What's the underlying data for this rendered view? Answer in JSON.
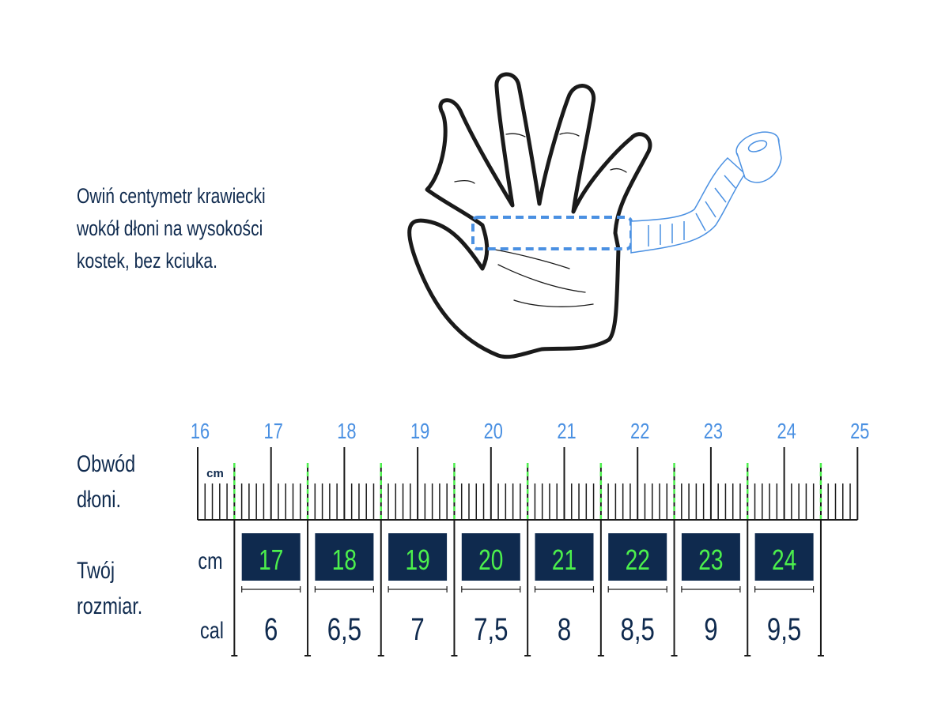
{
  "instruction": {
    "lines": [
      "Owiń centymetr krawiecki",
      "wokół dłoni na wysokości",
      "kostek, bez kciuka."
    ]
  },
  "circumference_label": {
    "lines": [
      "Obwód",
      "dłoni."
    ]
  },
  "size_label": {
    "lines": [
      "Twój",
      "rozmiar."
    ]
  },
  "ruler": {
    "unit_label": "cm",
    "numbers": [
      "16",
      "17",
      "18",
      "19",
      "20",
      "21",
      "22",
      "23",
      "24",
      "25"
    ]
  },
  "size_table": {
    "row_cm_label": "cm",
    "row_inch_label": "cal",
    "sizes_cm": [
      "17",
      "18",
      "19",
      "20",
      "21",
      "22",
      "23",
      "24"
    ],
    "sizes_inch": [
      "6",
      "6,5",
      "7",
      "7,5",
      "8",
      "8,5",
      "9",
      "9,5"
    ]
  },
  "colors": {
    "navy": "#0f2a4e",
    "blue": "#4a90e2",
    "green": "#4cf04c",
    "black": "#1a1a1a"
  },
  "icons": {
    "hand": "hand-outline-icon",
    "tape": "measuring-tape-icon"
  }
}
